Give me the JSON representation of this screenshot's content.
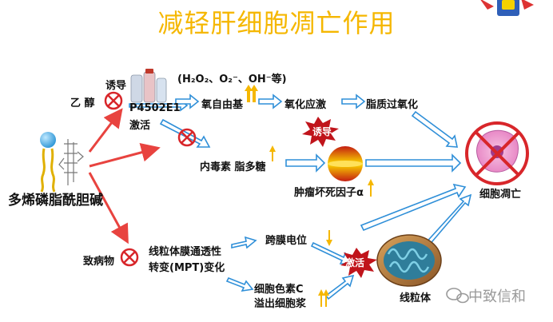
{
  "title": "减轻肝细胞凋亡作用",
  "labels": {
    "ethanol": "乙 醇",
    "induce_top": "诱导",
    "cyp": "P4502E1",
    "activate": "激活",
    "ros": "(H₂O₂、O₂⁻、OH⁻等)",
    "free_radical": "氧自由基",
    "oxidative_stress": "氧化应激",
    "lipid_peroxidation": "脂质过氧化",
    "induce_star": "诱导",
    "endotoxin": "内毒素 脂多糖",
    "tnf": "肿瘤坏死因子α",
    "hepatocyte_apoptosis": "细胞凋亡",
    "ppc": "多烯磷脂酰胆碱",
    "pathogen": "致病物",
    "mpt": "线粒体膜通透性\n转变(MPT)变化",
    "membrane_potential": "跨膜电位",
    "activate_star": "激活",
    "cytochrome": "细胞色素C\n溢出细胞浆",
    "mitochondria": "线粒体"
  },
  "watermark": "中致信和",
  "colors": {
    "title": "#f5b700",
    "red_arrow": "#e8433f",
    "blue_arrow": "#2f8fd8",
    "cross": "#d8262a",
    "up_arrow": "#f5b700",
    "starburst": "#c0141b"
  },
  "icons": [
    "forbidden-icon",
    "up-arrow-icon",
    "down-arrow-icon",
    "cell-icon",
    "tnf-sphere-icon",
    "mitochondria-icon",
    "phospholipid-icon",
    "test-tubes-icon",
    "wechat-logo-icon",
    "mascot-icon"
  ]
}
